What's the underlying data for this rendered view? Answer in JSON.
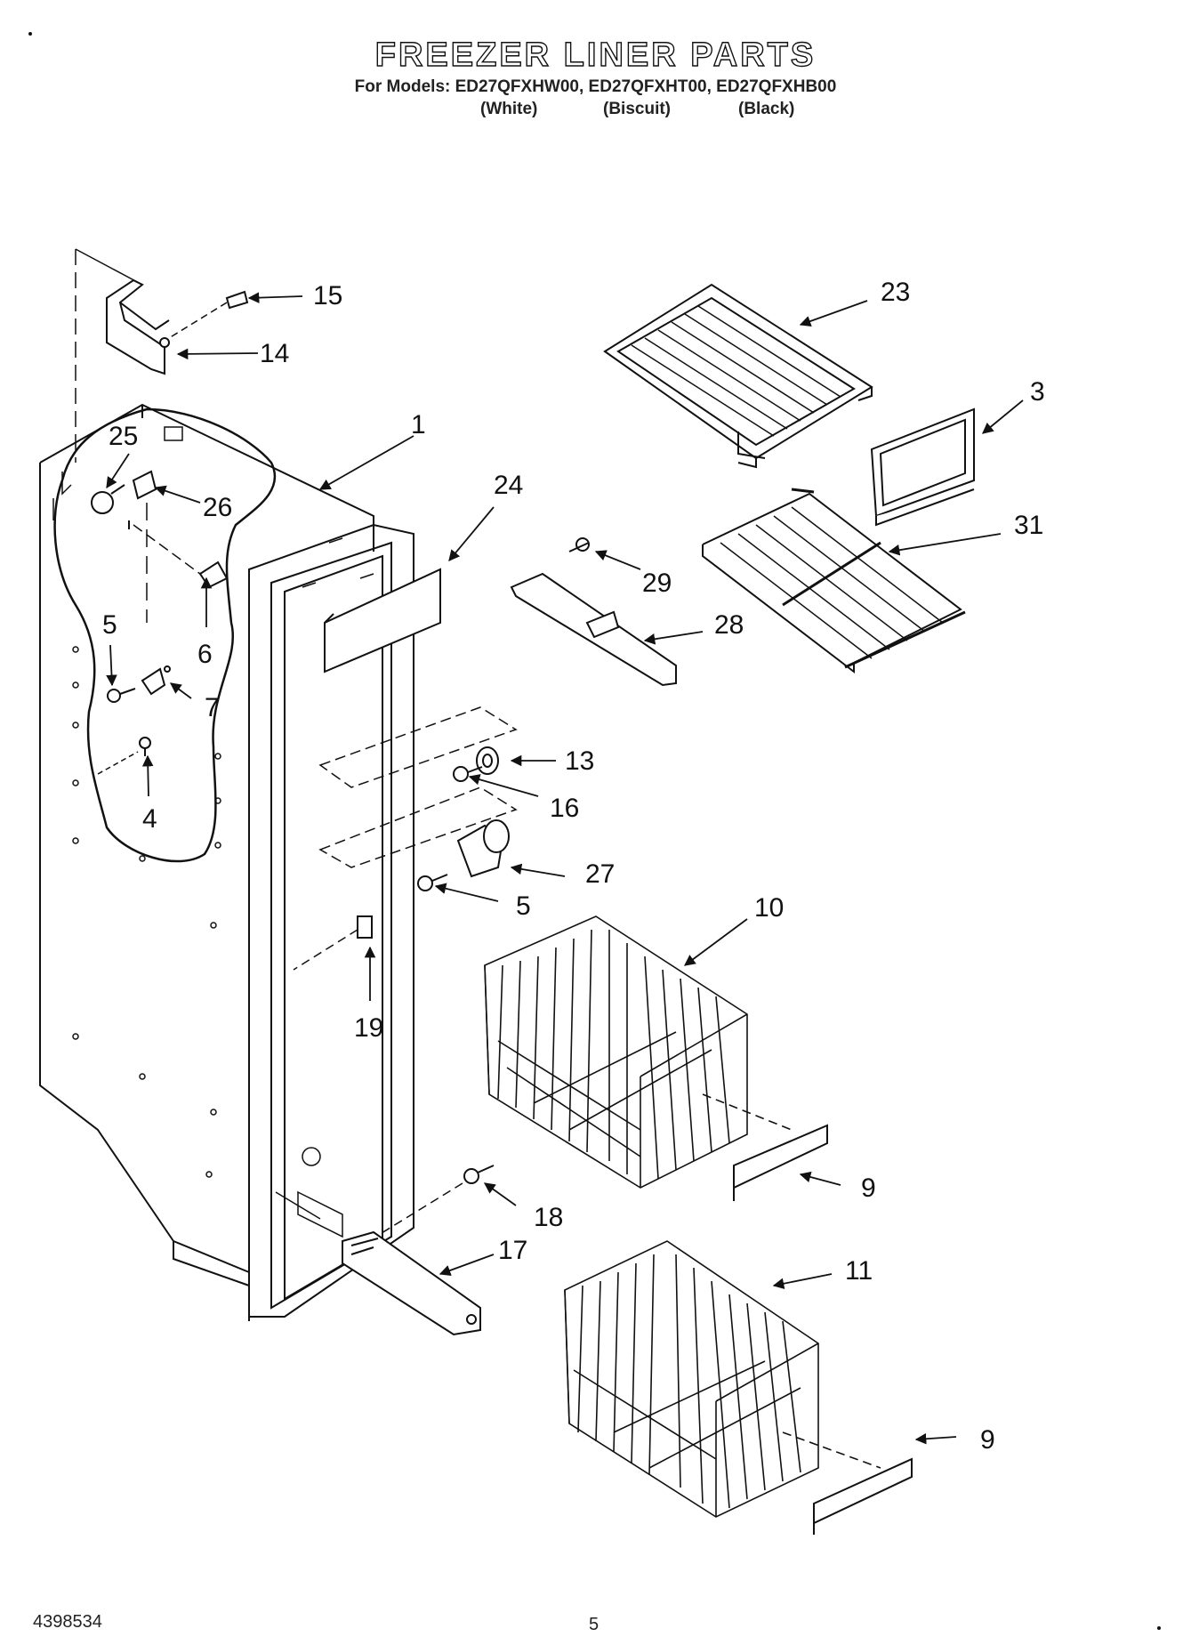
{
  "header": {
    "title": "FREEZER LINER PARTS",
    "models_line": "For Models: ED27QFXHW00, ED27QFXHT00, ED27QFXHB00",
    "colors": [
      "(White)",
      "(Biscuit)",
      "(Black)"
    ]
  },
  "callouts": [
    {
      "id": "c15",
      "label": "15"
    },
    {
      "id": "c14",
      "label": "14"
    },
    {
      "id": "c23",
      "label": "23"
    },
    {
      "id": "c3",
      "label": "3"
    },
    {
      "id": "c1",
      "label": "1"
    },
    {
      "id": "c25",
      "label": "25"
    },
    {
      "id": "c26",
      "label": "26"
    },
    {
      "id": "c24",
      "label": "24"
    },
    {
      "id": "c31",
      "label": "31"
    },
    {
      "id": "c29",
      "label": "29"
    },
    {
      "id": "c28",
      "label": "28"
    },
    {
      "id": "c6",
      "label": "6"
    },
    {
      "id": "c5a",
      "label": "5"
    },
    {
      "id": "c7",
      "label": "7"
    },
    {
      "id": "c13",
      "label": "13"
    },
    {
      "id": "c16",
      "label": "16"
    },
    {
      "id": "c4",
      "label": "4"
    },
    {
      "id": "c27",
      "label": "27"
    },
    {
      "id": "c5b",
      "label": "5"
    },
    {
      "id": "c10",
      "label": "10"
    },
    {
      "id": "c19",
      "label": "19"
    },
    {
      "id": "c9a",
      "label": "9"
    },
    {
      "id": "c18",
      "label": "18"
    },
    {
      "id": "c17",
      "label": "17"
    },
    {
      "id": "c11",
      "label": "11"
    },
    {
      "id": "c9b",
      "label": "9"
    }
  ],
  "footer": {
    "doc_number": "4398534",
    "page_number": "5"
  }
}
